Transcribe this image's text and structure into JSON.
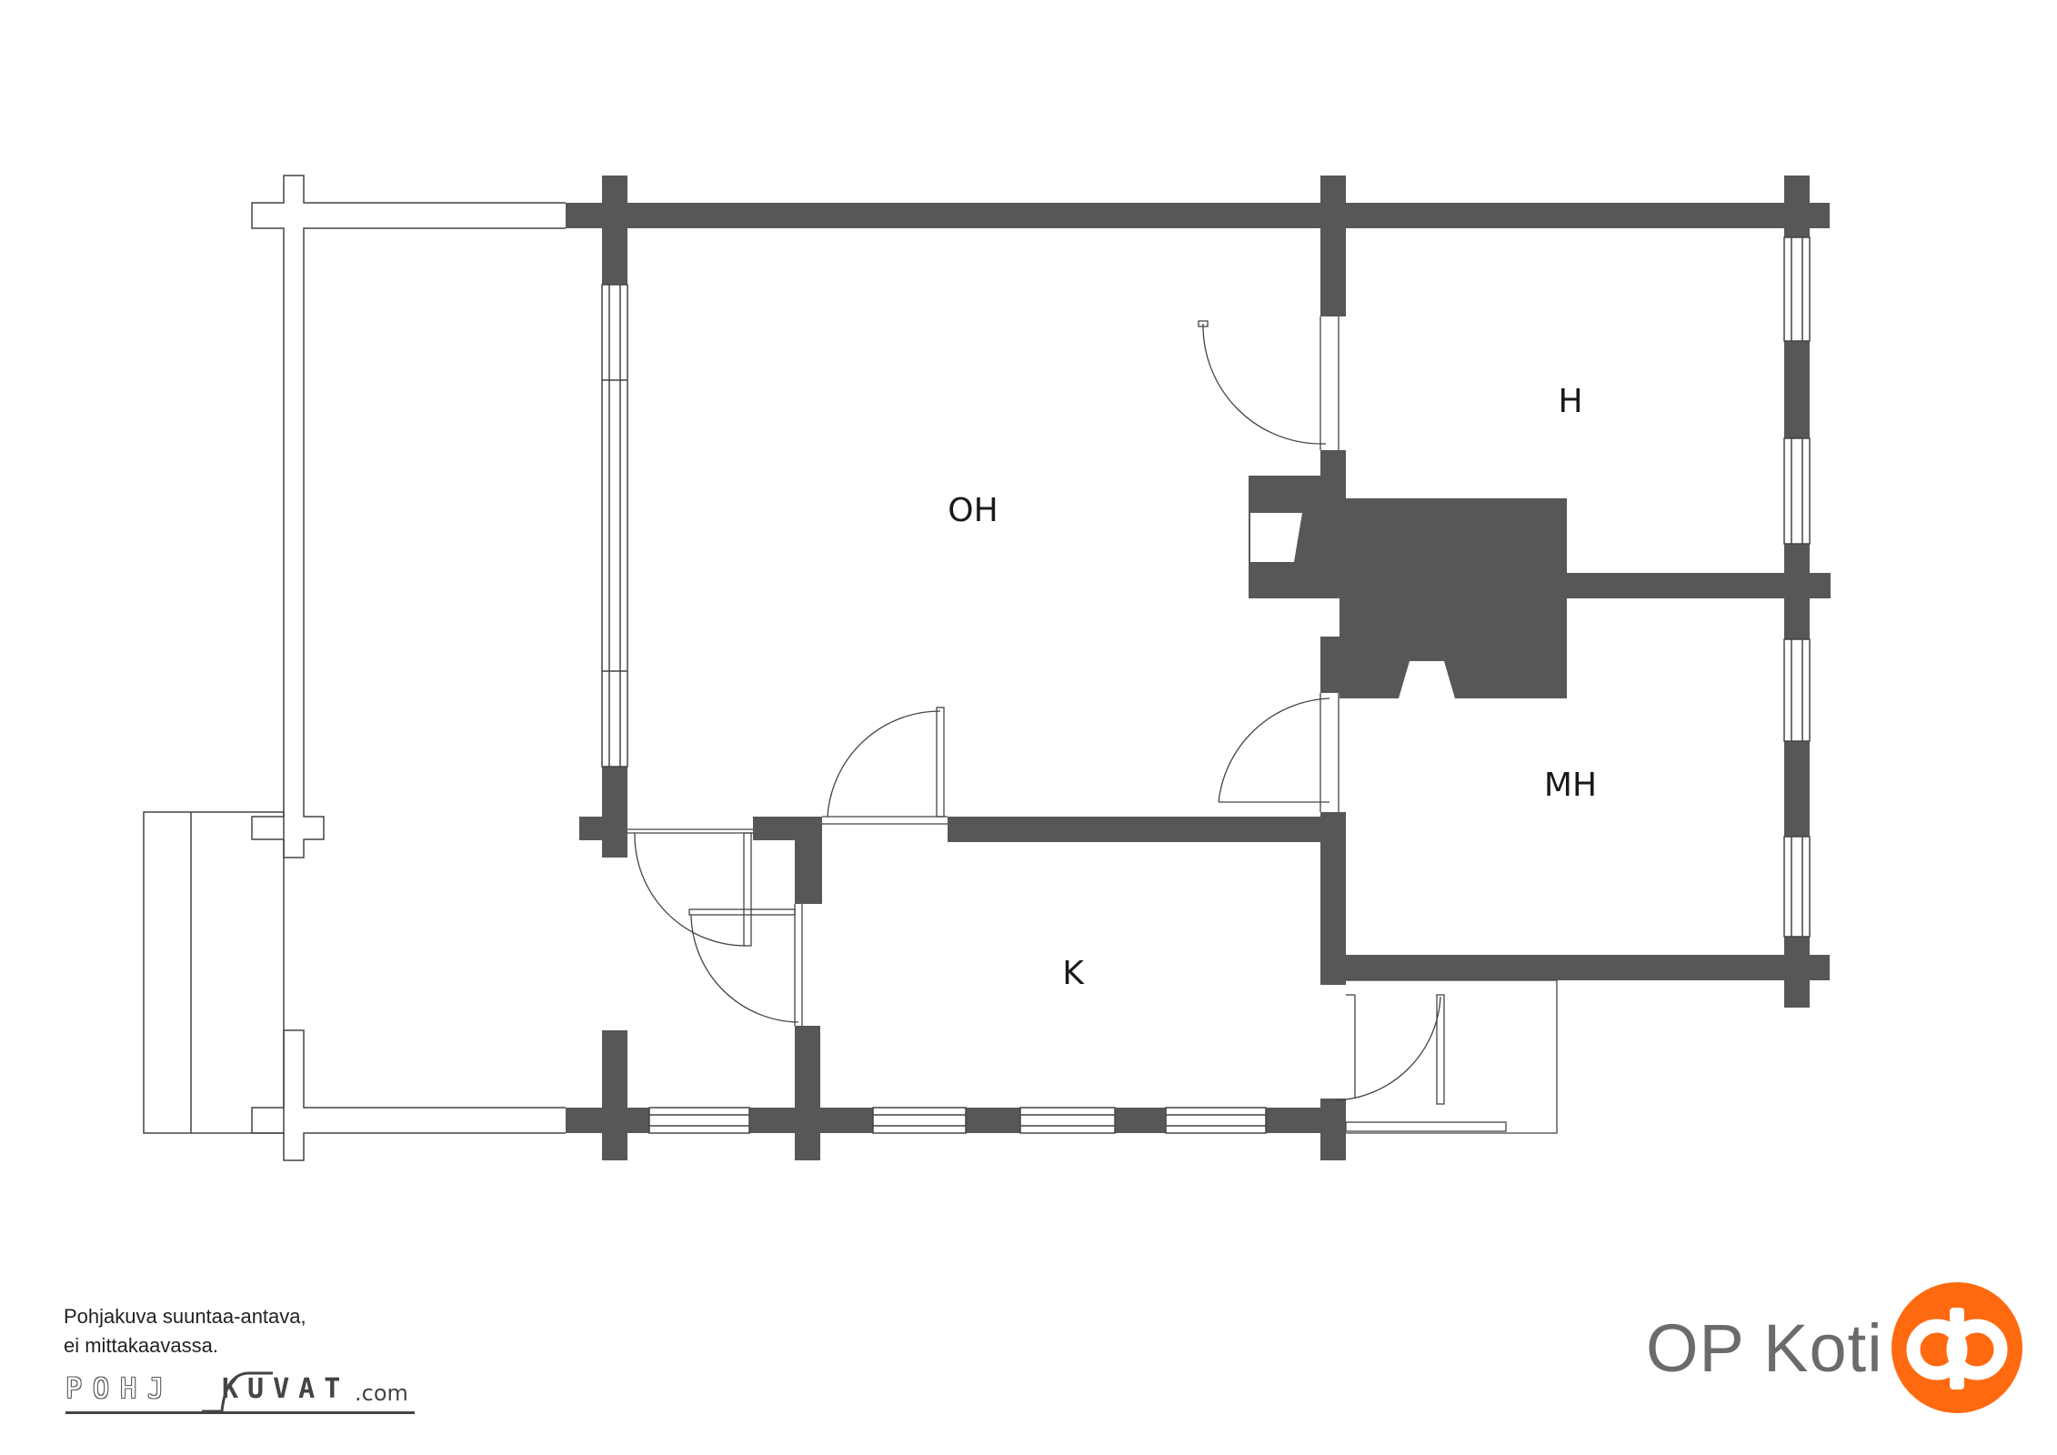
{
  "rooms": {
    "oh": "OH",
    "h": "H",
    "mh": "MH",
    "k": "K"
  },
  "note": {
    "line1": "Pohjakuva suuntaa-antava,",
    "line2": "ei mittakaavassa."
  },
  "brand": {
    "logo_left": "POHJ",
    "logo_right": "KUVAT",
    "logo_suffix": ".com",
    "op_name": "OP Koti"
  },
  "colors": {
    "wall": "#575757",
    "line": "#444444",
    "op_orange": "#ff6a10"
  }
}
